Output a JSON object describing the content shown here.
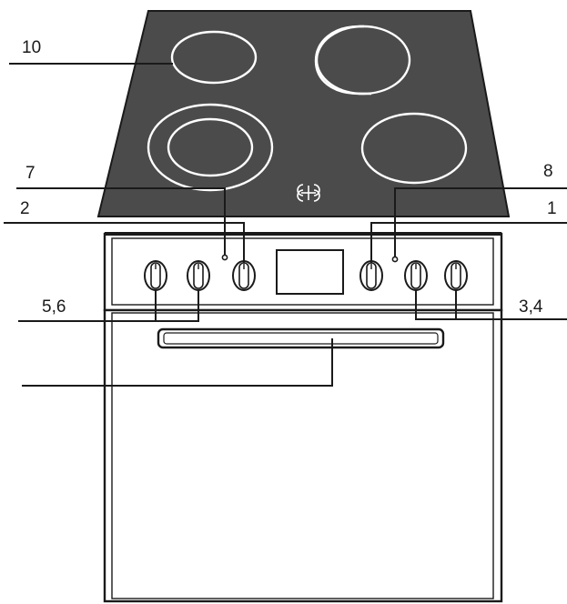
{
  "labels": {
    "hob_burner": "10",
    "hob_indicator_left": "7",
    "hob_indicator_right": "8",
    "oven_knob_left_top": "2",
    "oven_knob_right_top": "1",
    "hob_knobs_left": "5,6",
    "hob_knobs_right": "3,4"
  },
  "colors": {
    "cooktop": "#4b4b4b",
    "line": "#1a1a1a",
    "ring": "#ffffff"
  },
  "icons": {
    "cooktop_center_symbol": "hob-zone-symbol-icon"
  }
}
